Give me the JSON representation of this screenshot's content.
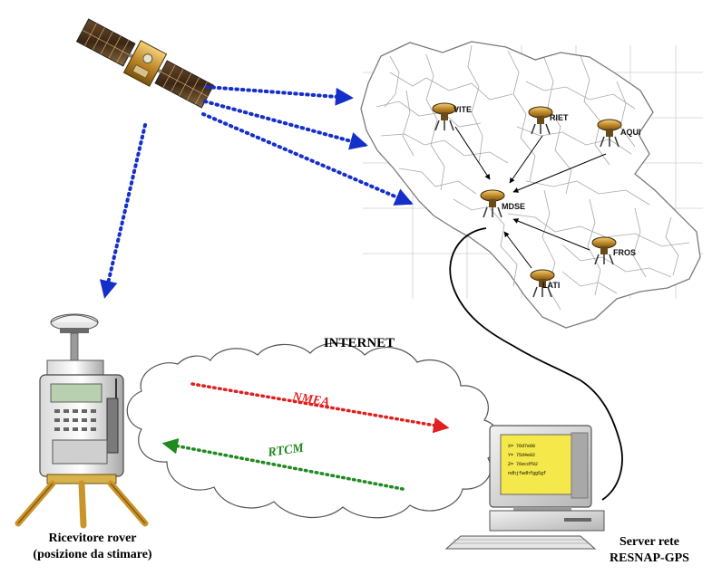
{
  "internet": {
    "label": "INTERNET"
  },
  "messages": [
    {
      "label": "NMEA",
      "color": "#e02020",
      "direction": "rover-to-server"
    },
    {
      "label": "RTCM",
      "color": "#1f8a1f",
      "direction": "server-to-rover"
    }
  ],
  "stations": [
    "VITE",
    "RIET",
    "AQUI",
    "MDSE",
    "FROS",
    "LATI"
  ],
  "rover": {
    "line1": "Ricevitore rover",
    "line2": "(posizione da stimare)"
  },
  "server": {
    "line1": "Server rete",
    "line2": "RESNAP-GPS",
    "screen_lines": [
      "X= 76d7e08",
      "Y= 75d4e02",
      "Z= 76ecdf02",
      "ndhjfwdhfgg5gf"
    ]
  },
  "colors": {
    "satellite_links": "#1530c8",
    "map_lines": "#9a9a9a",
    "cable": "#000000"
  }
}
